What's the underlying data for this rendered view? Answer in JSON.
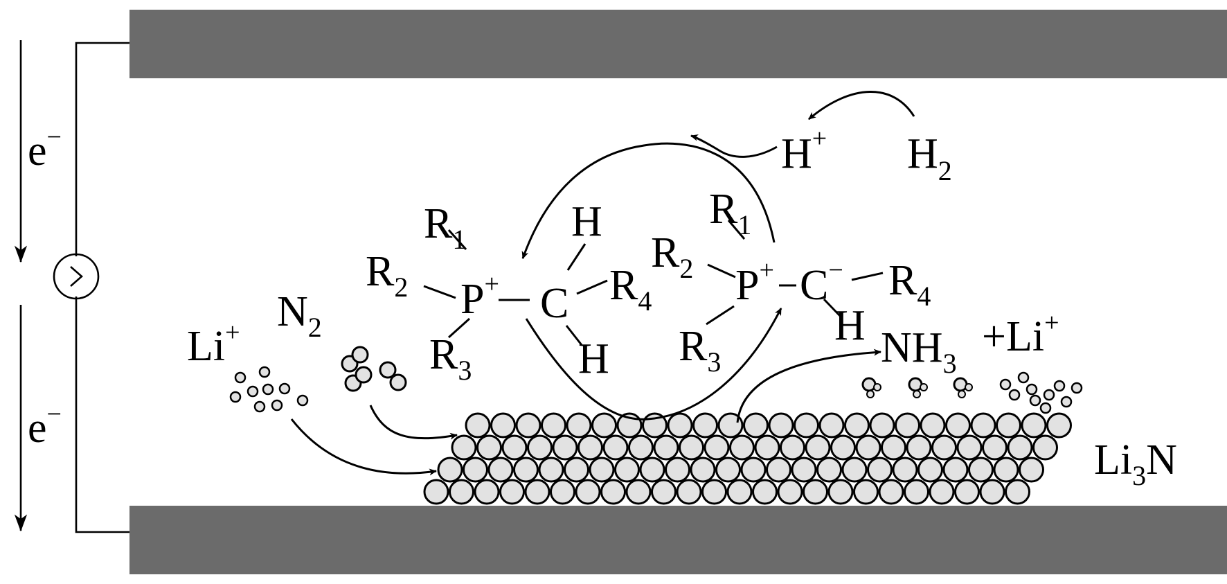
{
  "colors": {
    "electrode": "#6b6b6b",
    "particle_fill": "#e2e2e2",
    "ink": "#000000"
  },
  "icons": [
    "power-source-icon",
    "arrow-down-icon",
    "curved-arrow-icon"
  ],
  "labels": {
    "electron": "e",
    "minus": "−",
    "plus": "+",
    "li": "Li",
    "n": "N",
    "h": "H",
    "p": "P",
    "c": "C",
    "r": "R",
    "plus_li": "+Li",
    "li3n_li": "Li",
    "li3n_n": "N",
    "sub1": "1",
    "sub2": "2",
    "sub3": "3",
    "sub4": "4"
  }
}
